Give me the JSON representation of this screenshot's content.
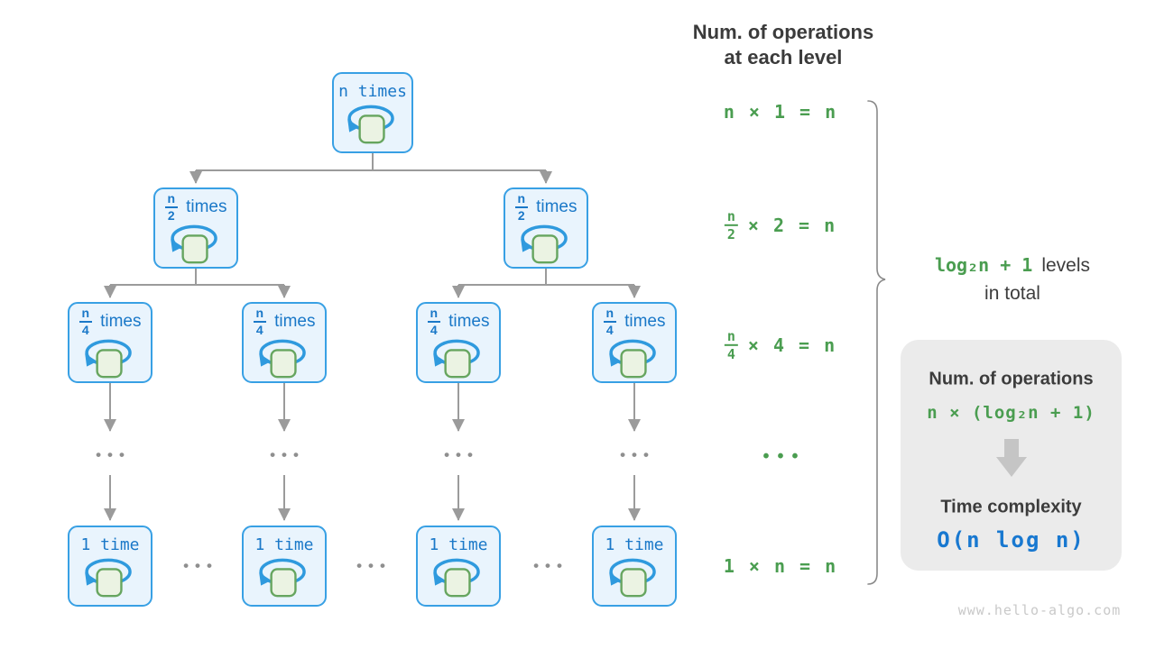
{
  "labels": {
    "n_times": "n times",
    "one_time": "1 time",
    "times": "times",
    "frac_n": "n",
    "den2": "2",
    "den4": "4"
  },
  "tree_dots": "•••",
  "right_panel": {
    "header_line1": "Num. of operations",
    "header_line2": "at each level",
    "eq_level1": "n × 1 = n",
    "eq_level2_suffix": "× 2 = n",
    "eq_level3_suffix": "× 4 = n",
    "ellipsis": "•••",
    "eq_bottom": "1 × n = n"
  },
  "brace_label": {
    "green_part": "log₂n + 1",
    "levels_word": "levels",
    "line2": "in total"
  },
  "summary": {
    "title_ops": "Num. of operations",
    "formula": "n × (log₂n + 1)",
    "title_time": "Time complexity",
    "complexity": "O(n log n)"
  },
  "watermark": "www.hello-algo.com",
  "colors": {
    "node_border": "#38a0e4",
    "node_fill": "#e9f4fd",
    "node_text": "#1a78c8",
    "loop_square_fill": "#ebf3e3",
    "loop_square_border": "#66a55f",
    "connector_gray": "#9b9b9b",
    "green_text": "#4a9d50",
    "dark_text": "#3b3b3b",
    "panel_bg": "#ebebeb",
    "block_arrow": "#c5c5c5",
    "complexity_blue": "#1878d0",
    "watermark_gray": "#c9c9c9"
  }
}
